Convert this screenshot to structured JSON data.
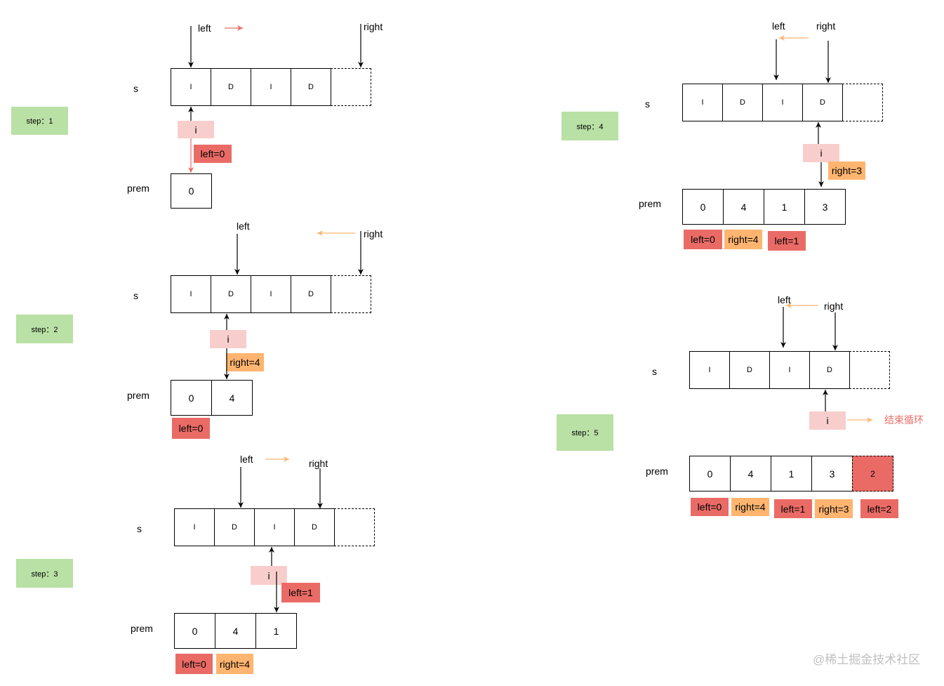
{
  "colors": {
    "step_box": "#b9e0a5",
    "i_box": "#f8cecc",
    "left_tag": "#ea6b66",
    "right_tag": "#ffb570",
    "new_prem_cell": "#ea6b66",
    "arrow_red": "#ea6b66",
    "arrow_orange": "#ffb570",
    "end_text": "#ea6b66",
    "watermark": "#c0c0c0"
  },
  "steps": [
    {
      "label": "step：1",
      "left_label": "left",
      "right_label": "right",
      "s_label": "s",
      "s_cells": [
        "I",
        "D",
        "I",
        "D"
      ],
      "i_label": "i",
      "i_tag": "left=0",
      "prem_label": "prem",
      "prem_cells": [
        "0"
      ]
    },
    {
      "label": "step：2",
      "left_label": "left",
      "right_label": "right",
      "s_label": "s",
      "s_cells": [
        "I",
        "D",
        "I",
        "D"
      ],
      "i_label": "i",
      "i_tag": "right=4",
      "prem_label": "prem",
      "prem_cells": [
        "0",
        "4"
      ],
      "prem_tags": [
        "left=0"
      ]
    },
    {
      "label": "step：3",
      "left_label": "left",
      "right_label": "right",
      "s_label": "s",
      "s_cells": [
        "I",
        "D",
        "I",
        "D"
      ],
      "i_label": "i",
      "i_tag": "left=1",
      "prem_label": "prem",
      "prem_cells": [
        "0",
        "4",
        "1"
      ],
      "prem_tags": [
        "left=0",
        "right=4"
      ]
    },
    {
      "label": "step：4",
      "left_label": "left",
      "right_label": "right",
      "s_label": "s",
      "s_cells": [
        "I",
        "D",
        "I",
        "D"
      ],
      "i_label": "i",
      "i_tag": "right=3",
      "prem_label": "prem",
      "prem_cells": [
        "0",
        "4",
        "1",
        "3"
      ],
      "prem_tags": [
        "left=0",
        "right=4",
        "left=1"
      ]
    },
    {
      "label": "step：5",
      "left_label": "left",
      "right_label": "right",
      "s_label": "s",
      "s_cells": [
        "I",
        "D",
        "I",
        "D"
      ],
      "i_label": "i",
      "end_text": "结束循环",
      "prem_label": "prem",
      "prem_cells": [
        "0",
        "4",
        "1",
        "3",
        "2"
      ],
      "prem_tags": [
        "left=0",
        "right=4",
        "left=1",
        "right=3",
        "left=2"
      ]
    }
  ],
  "watermark": "@稀土掘金技术社区"
}
